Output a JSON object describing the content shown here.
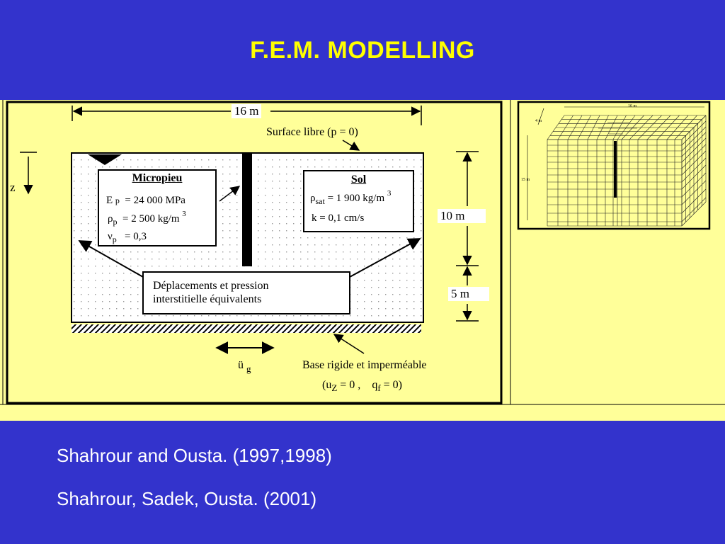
{
  "title": "F.E.M.  MODELLING",
  "diagram": {
    "width_label": "16 m",
    "free_surface": "Surface libre (p = 0)",
    "z_label": "z",
    "depth_upper": "10 m",
    "depth_lower": "5 m",
    "micropile": {
      "heading": "Micropieu",
      "E_sym": "E",
      "E_sub": "p",
      "E_val": "= 24 000 MPa",
      "rho_sym": "ρ",
      "rho_sub": "p",
      "rho_val": "= 2 500 kg/m",
      "rho_sup": "3",
      "nu_sym": "ν",
      "nu_sub": "p",
      "nu_val": "= 0,3"
    },
    "soil": {
      "heading": "Sol",
      "rho_sym": "ρ",
      "rho_sub": "sat",
      "rho_val": "= 1 900 kg/m",
      "rho_sup": "3",
      "k_val": "k = 0,1  cm/s"
    },
    "displacement_box_line1": "Déplacements et pression",
    "displacement_box_line2": "interstitielle équivalents",
    "accel_sym": "ü",
    "accel_sub": "g",
    "base_line1": "Base rigide et imperméable",
    "base_u": "(u",
    "base_u_sub": "Z",
    "base_u_val": "= 0 ,",
    "base_q": "q",
    "base_q_sub": "f",
    "base_q_val": "= 0)"
  },
  "mesh": {
    "width_label": "16 m",
    "half_label": "4 m",
    "depth_label": "15 m"
  },
  "citations": {
    "line1": "Shahrour and  Ousta. (1997,1998)",
    "line2": "Shahrour, Sadek, Ousta. (2001)"
  },
  "colors": {
    "background": "#3333cc",
    "title": "#ffff00",
    "panel": "#ffff99"
  }
}
